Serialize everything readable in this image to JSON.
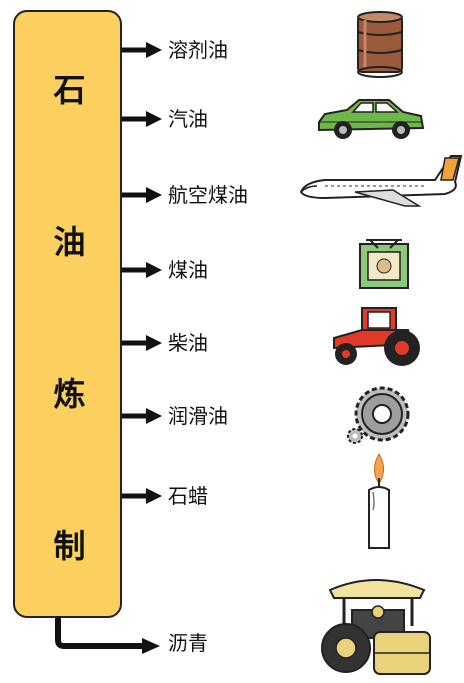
{
  "column": {
    "chars": [
      "石",
      "油",
      "炼",
      "制"
    ]
  },
  "products": [
    {
      "label": "溶剂油",
      "icon": "oil-barrel-icon"
    },
    {
      "label": "汽油",
      "icon": "car-icon"
    },
    {
      "label": "航空煤油",
      "icon": "airplane-icon"
    },
    {
      "label": "煤油",
      "icon": "kerosene-lamp-icon"
    },
    {
      "label": "柴油",
      "icon": "tractor-icon"
    },
    {
      "label": "润滑油",
      "icon": "gear-icon"
    },
    {
      "label": "石蜡",
      "icon": "candle-icon"
    },
    {
      "label": "沥青",
      "icon": "road-roller-icon"
    }
  ],
  "colors": {
    "column_fill": "#fcd05f",
    "outline": "#222222"
  }
}
